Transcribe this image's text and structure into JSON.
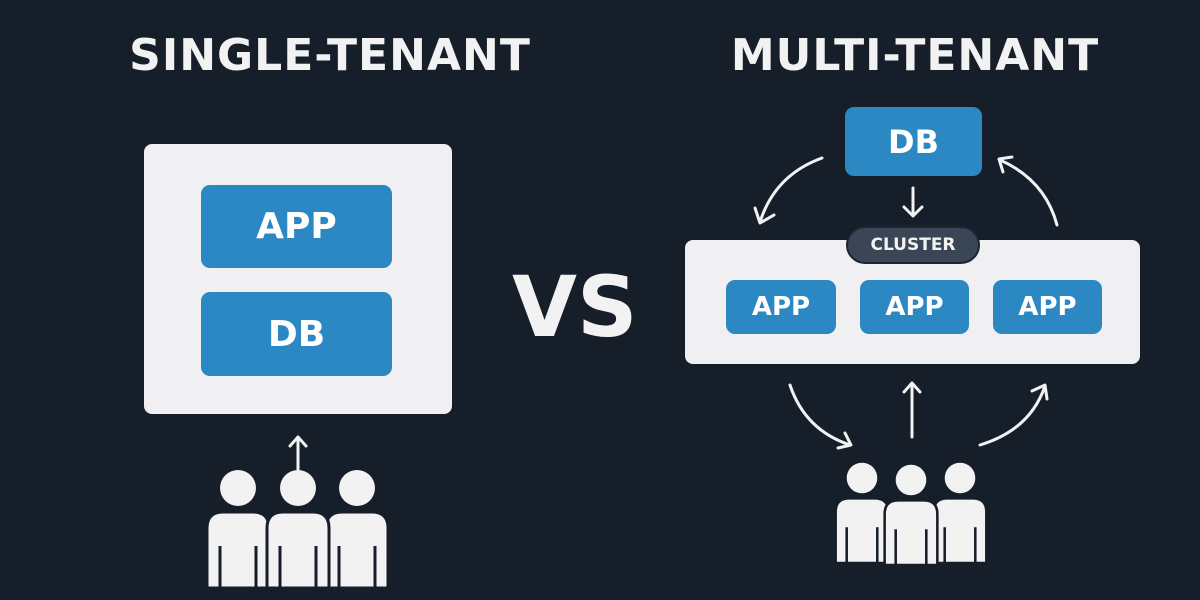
{
  "single": {
    "title": "SINGLE-TENANT",
    "app_label": "APP",
    "db_label": "DB"
  },
  "vs_label": "VS",
  "multi": {
    "title": "MULTI-TENANT",
    "db_label": "DB",
    "cluster_label": "CLUSTER",
    "apps": [
      "APP",
      "APP",
      "APP"
    ]
  },
  "colors": {
    "background": "#161e2a",
    "blue": "#2b88c2",
    "panel": "#f0f0f2",
    "pill": "#3a4555"
  }
}
